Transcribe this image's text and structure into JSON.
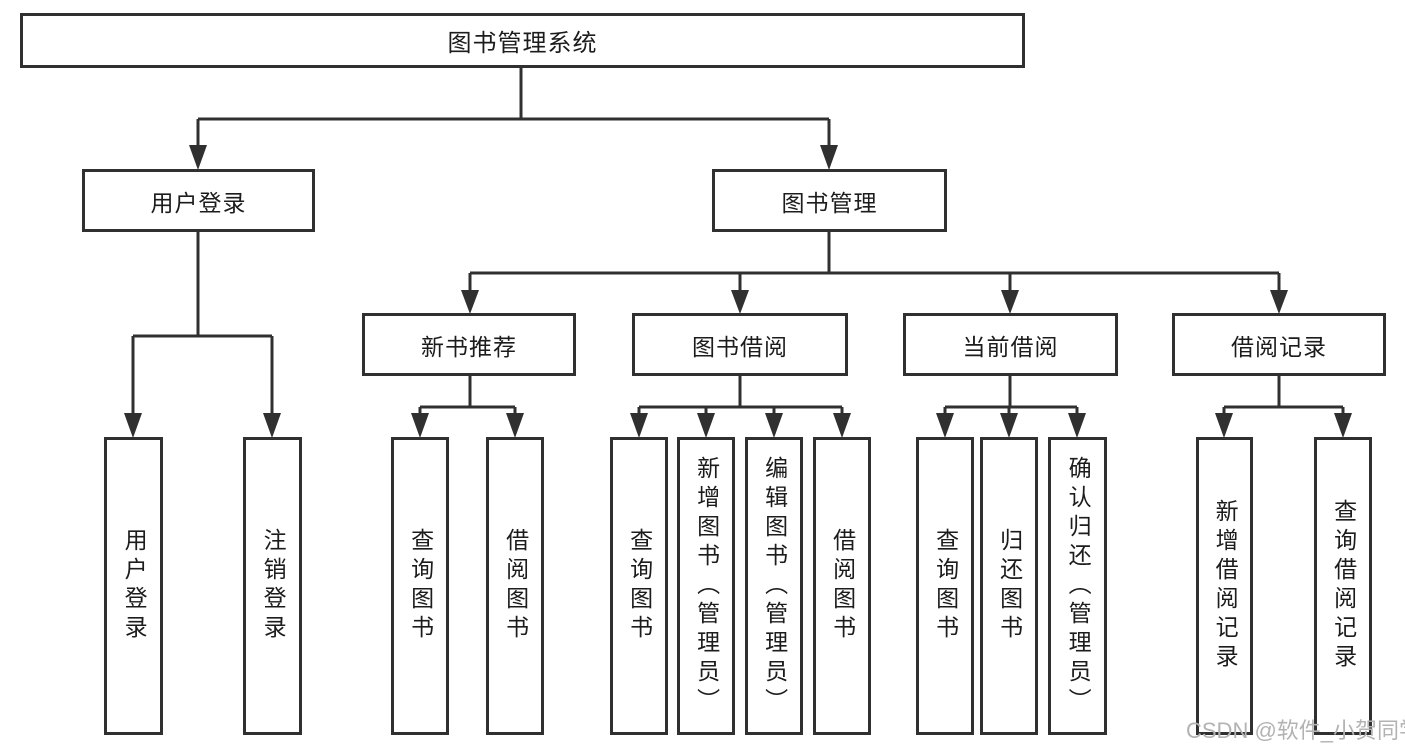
{
  "title_box": {
    "label": "图书管理系统"
  },
  "branches": {
    "user_login": {
      "label": "用户登录",
      "children": [
        {
          "label": "用户登录"
        },
        {
          "label": "注销登录"
        }
      ]
    },
    "book_management": {
      "label": "图书管理",
      "sections": [
        {
          "label": "新书推荐",
          "children": [
            {
              "label": "查询图书"
            },
            {
              "label": "借阅图书"
            }
          ]
        },
        {
          "label": "图书借阅",
          "children": [
            {
              "label": "查询图书"
            },
            {
              "label": "新增图书（管理员）"
            },
            {
              "label": "编辑图书（管理员）"
            },
            {
              "label": "借阅图书"
            }
          ]
        },
        {
          "label": "当前借阅",
          "children": [
            {
              "label": "查询图书"
            },
            {
              "label": "归还图书"
            },
            {
              "label": "确认归还（管理员）"
            }
          ]
        },
        {
          "label": "借阅记录",
          "children": [
            {
              "label": "新增借阅记录"
            },
            {
              "label": "查询借阅记录"
            }
          ]
        }
      ]
    }
  },
  "watermark": "CSDN @软件_小贺同学",
  "colors": {
    "line": "#303030",
    "text": "#1c1c1c",
    "watermark": "#b3b3b3",
    "background": "#ffffff"
  }
}
